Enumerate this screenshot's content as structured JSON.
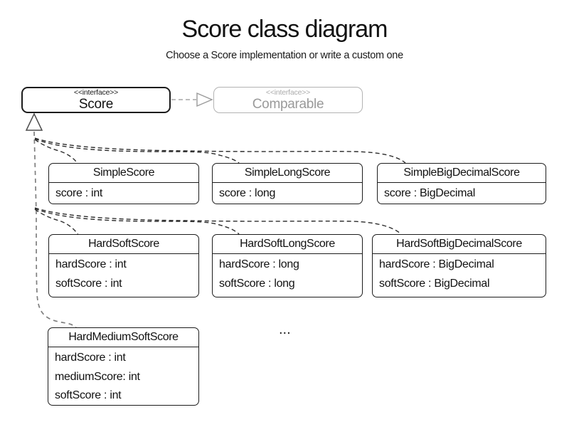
{
  "page": {
    "title": "Score class diagram",
    "subtitle": "Choose a Score implementation or write a custom one"
  },
  "interfaces": {
    "score": {
      "stereotype": "<<interface>>",
      "name": "Score"
    },
    "comparable": {
      "stereotype": "<<interface>>",
      "name": "Comparable"
    }
  },
  "classes": [
    {
      "name": "SimpleScore",
      "attributes": [
        "score : int"
      ]
    },
    {
      "name": "SimpleLongScore",
      "attributes": [
        "score : long"
      ]
    },
    {
      "name": "SimpleBigDecimalScore",
      "attributes": [
        "score : BigDecimal"
      ]
    },
    {
      "name": "HardSoftScore",
      "attributes": [
        "hardScore : int",
        "softScore : int"
      ]
    },
    {
      "name": "HardSoftLongScore",
      "attributes": [
        "hardScore : long",
        "softScore : long"
      ]
    },
    {
      "name": "HardSoftBigDecimalScore",
      "attributes": [
        "hardScore : BigDecimal",
        "softScore : BigDecimal"
      ]
    },
    {
      "name": "HardMediumSoftScore",
      "attributes": [
        "hardScore : int",
        "mediumScore: int",
        "softScore : int"
      ]
    }
  ],
  "ellipsis": "...",
  "edges": [
    {
      "from": "Score",
      "to": "Comparable",
      "type": "realization-dashed-hollow-arrow"
    },
    {
      "from": "SimpleScore",
      "to": "Score",
      "type": "realization-dashed-hollow-arrow"
    },
    {
      "from": "SimpleLongScore",
      "to": "Score",
      "type": "realization-dashed-hollow-arrow"
    },
    {
      "from": "SimpleBigDecimalScore",
      "to": "Score",
      "type": "realization-dashed-hollow-arrow"
    },
    {
      "from": "HardSoftScore",
      "to": "Score",
      "type": "realization-dashed-hollow-arrow"
    },
    {
      "from": "HardSoftLongScore",
      "to": "Score",
      "type": "realization-dashed-hollow-arrow"
    },
    {
      "from": "HardSoftBigDecimalScore",
      "to": "Score",
      "type": "realization-dashed-hollow-arrow"
    },
    {
      "from": "HardMediumSoftScore",
      "to": "Score",
      "type": "realization-dashed-hollow-arrow"
    }
  ],
  "colors": {
    "background": "#ffffff",
    "box_border": "#1c1c1c",
    "text": "#111111",
    "muted_border": "#b3b3b3",
    "muted_text": "#9a9a9a",
    "connector_gray": "#7f7f7f",
    "connector_dark": "#2b2b2b"
  }
}
